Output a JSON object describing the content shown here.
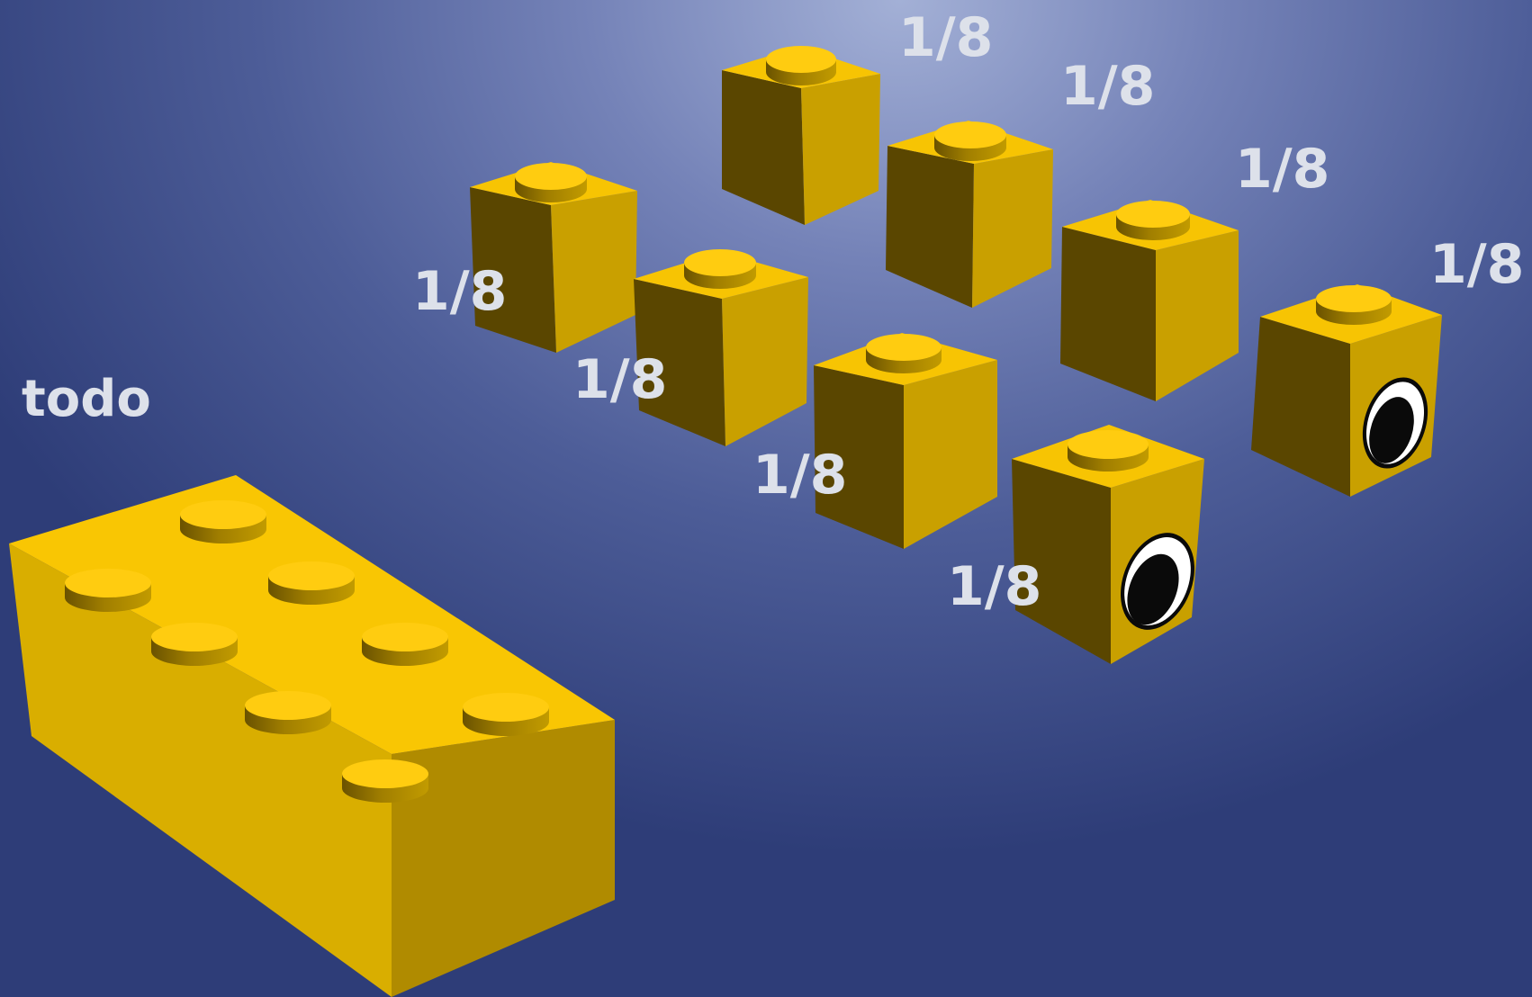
{
  "title_word": "todo",
  "fraction_labels": [
    "1/8",
    "1/8",
    "1/8",
    "1/8",
    "1/8",
    "1/8",
    "1/8",
    "1/8"
  ],
  "colors": {
    "brick_top": "#f7c403",
    "brick_left": "#5a4600",
    "brick_right": "#c9a000",
    "label_text": "#dde1ea"
  }
}
